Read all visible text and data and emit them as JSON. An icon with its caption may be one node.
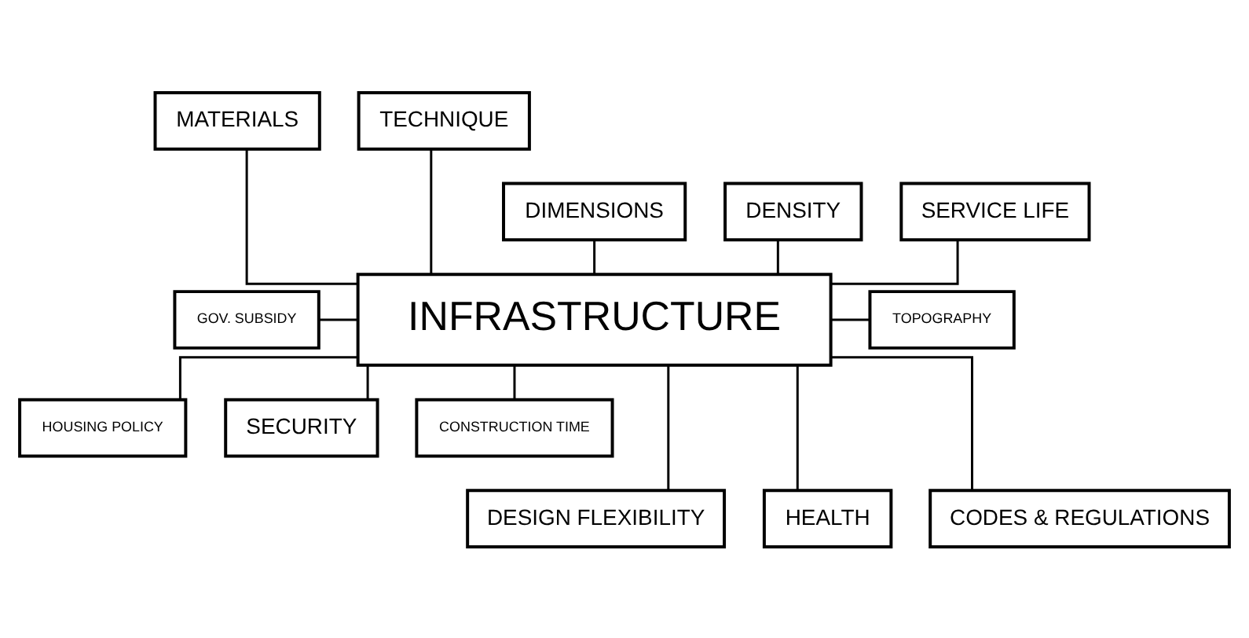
{
  "diagram": {
    "nodes": [
      {
        "text": [
          "MATERIALS"
        ]
      },
      {
        "text": [
          "TECHNIQUE"
        ]
      },
      {
        "text": [
          "DIMENSIONS"
        ]
      },
      {
        "text": [
          "DENSITY"
        ]
      },
      {
        "text": [
          "SERVICE LIFE"
        ]
      },
      {
        "text": [
          "GOV. SUBSIDY"
        ]
      },
      {
        "text": [
          "INFRASTRUCTURE"
        ]
      },
      {
        "text": [
          "TOPOGRAPHY"
        ]
      },
      {
        "text": [
          "HOUSING POLICY"
        ]
      },
      {
        "text": [
          "SECURITY"
        ]
      },
      {
        "text": [
          "CONSTRUCTION TIME"
        ]
      },
      {
        "text": [
          "DESIGN FLEXIBILITY"
        ]
      },
      {
        "text": [
          "HEALTH"
        ]
      },
      {
        "text": [
          "CODES & REGULATIONS"
        ]
      }
    ],
    "edges": [
      {
        "from": 0,
        "to": 6,
        "arrow": "none"
      },
      {
        "from": 1,
        "to": 6,
        "arrow": "none"
      },
      {
        "from": 2,
        "to": 6,
        "arrow": "none"
      },
      {
        "from": 3,
        "to": 6,
        "arrow": "none"
      },
      {
        "from": 4,
        "to": 6,
        "arrow": "none"
      },
      {
        "from": 5,
        "to": 6,
        "arrow": "none"
      },
      {
        "from": 6,
        "to": 7,
        "arrow": "none"
      },
      {
        "from": 6,
        "to": 8,
        "arrow": "none"
      },
      {
        "from": 6,
        "to": 9,
        "arrow": "none"
      },
      {
        "from": 6,
        "to": 10,
        "arrow": "none"
      },
      {
        "from": 6,
        "to": 11,
        "arrow": "none"
      },
      {
        "from": 6,
        "to": 12,
        "arrow": "none"
      },
      {
        "from": 6,
        "to": 13,
        "arrow": "none"
      }
    ]
  }
}
